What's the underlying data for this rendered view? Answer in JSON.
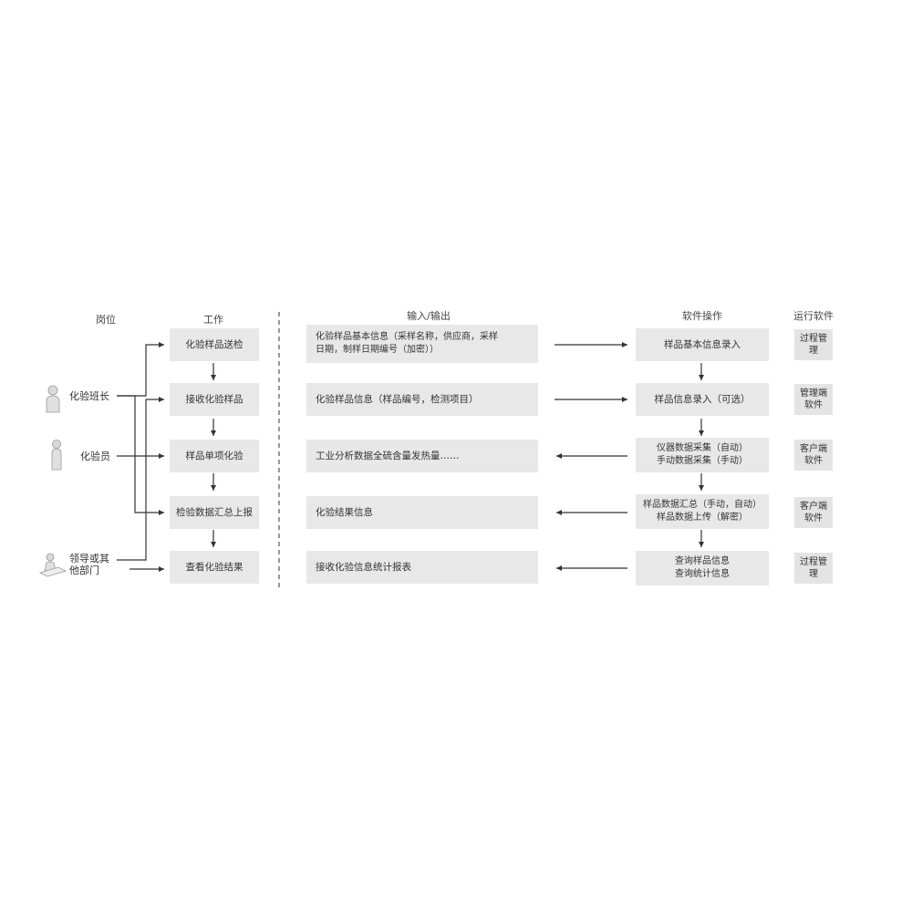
{
  "headers": {
    "role": "岗位",
    "work": "工作",
    "io": "输入/输出",
    "software_op": "软件操作",
    "software": "运行软件"
  },
  "roles": [
    {
      "label": "化验班长",
      "icon": "person-icon"
    },
    {
      "label": "化验员",
      "icon": "person-icon"
    },
    {
      "label": "领导或其\n他部门",
      "icon": "person-at-desk-icon"
    }
  ],
  "work_steps": [
    "化验样品送检",
    "接收化验样品",
    "样品单项化验",
    "检验数据汇总上报",
    "查看化验结果"
  ],
  "io_items": [
    "化验样品基本信息（采样名称，供应商，采样\n日期，制样日期编号（加密））",
    "化验样品信息（样品编号，检测项目）",
    "工业分析数据全硫含量发热量……",
    "化验结果信息",
    "接收化验信息统计报表"
  ],
  "software_ops": [
    "样品基本信息录入",
    "样品信息录入（可选）",
    "仪器数据采集（自动）\n手动数据采集（手动）",
    "样品数据汇总（手动，自动）\n样品数据上传（解密）",
    "查询样品信息\n查询统计信息"
  ],
  "software": [
    "过程管理",
    "管理端软件",
    "客户端软件",
    "客户端软件",
    "过程管理"
  ],
  "colors": {
    "box_fill": "#e8e8e8",
    "line": "#333333",
    "divider": "#555555"
  }
}
